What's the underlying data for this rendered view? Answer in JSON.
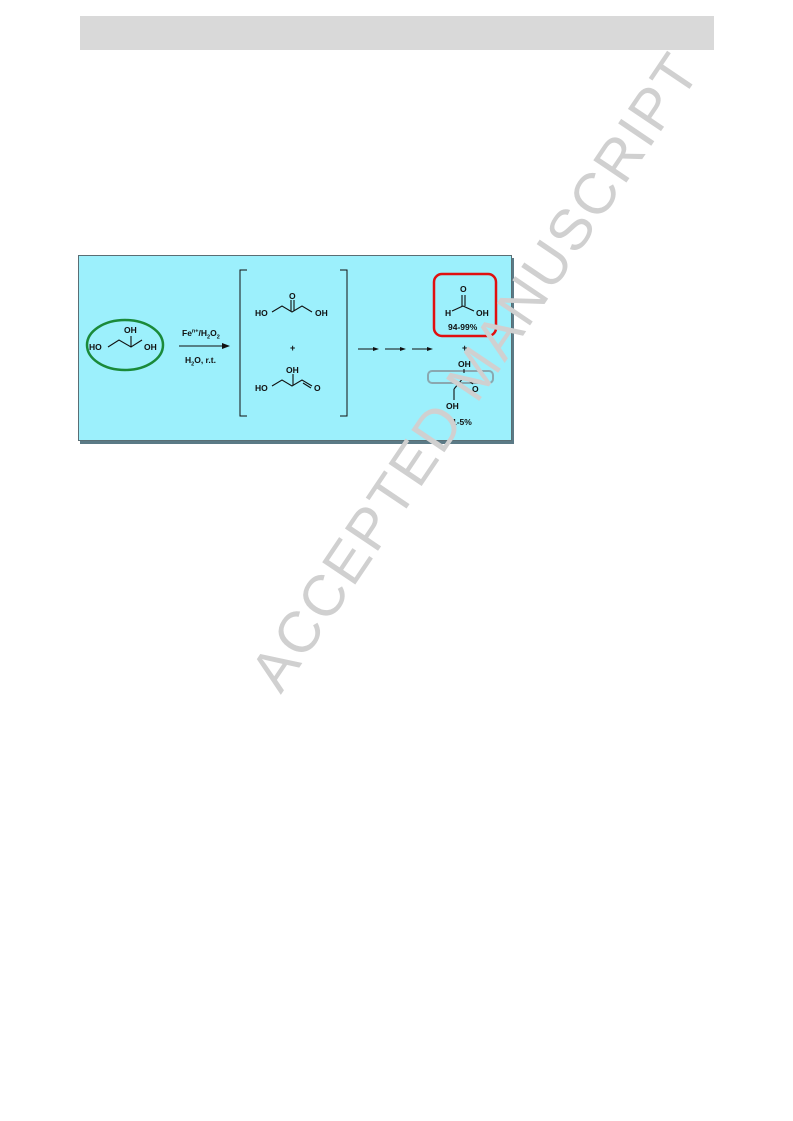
{
  "watermark": "ACCEPTED MANUSCRIPT",
  "colors": {
    "scheme_background": "#9cf0fc",
    "reactant_highlight": "#1a8a3a",
    "major_product_highlight": "#e01010",
    "minor_bond_highlight": "#8aa8b0"
  },
  "scheme": {
    "reactant": {
      "substituents": [
        "HO",
        "OH",
        "OH"
      ]
    },
    "reagents": {
      "catalyst_base": "Fe",
      "catalyst_sup": "n+",
      "oxidant_base": "/H",
      "oxidant_sub1": "2",
      "oxidant_mid": "O",
      "oxidant_sub2": "2",
      "solvent_base": "H",
      "solvent_sub": "2",
      "solvent_rest": "O, r.t."
    },
    "intermediates": {
      "dha": {
        "substituents": [
          "O",
          "HO",
          "OH"
        ]
      },
      "plus": "+",
      "glyceraldehyde": {
        "substituents": [
          "OH",
          "HO",
          "O"
        ]
      }
    },
    "products": {
      "formic_acid": {
        "substituents": [
          "O",
          "H",
          "OH"
        ],
        "yield": "94-99%"
      },
      "plus": "+",
      "glycolaldehyde": {
        "substituents": [
          "OH",
          "O",
          "OH"
        ],
        "yield": "1-5%"
      }
    }
  }
}
